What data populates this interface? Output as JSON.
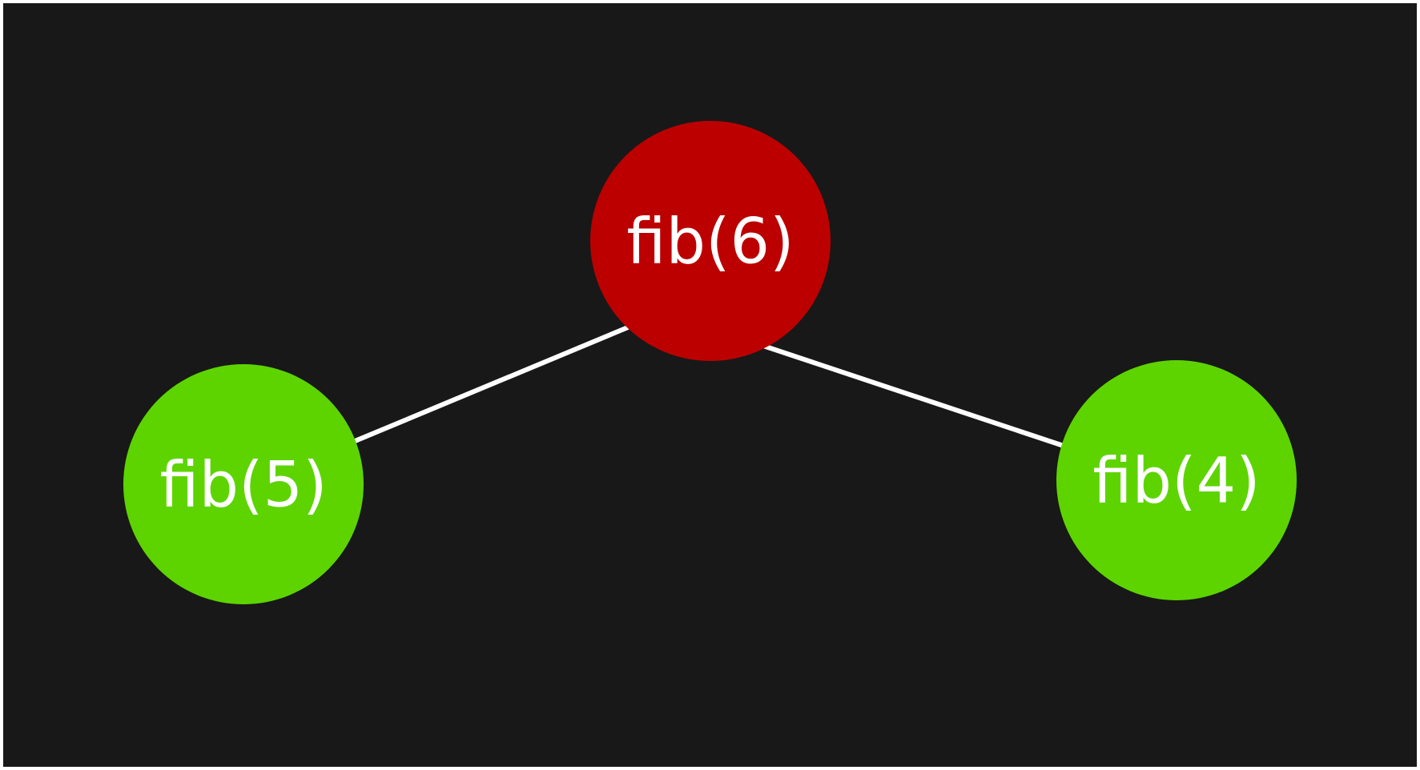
{
  "diagram": {
    "background_color": "#181818",
    "edge_color": "#ffffff",
    "nodes": [
      {
        "id": "root",
        "label": "fib(6)",
        "color": "#bc0000"
      },
      {
        "id": "left",
        "label": "fib(5)",
        "color": "#5dd400"
      },
      {
        "id": "right",
        "label": "fib(4)",
        "color": "#5dd400"
      }
    ],
    "edges": [
      {
        "from": "root",
        "to": "left"
      },
      {
        "from": "root",
        "to": "right"
      }
    ]
  }
}
